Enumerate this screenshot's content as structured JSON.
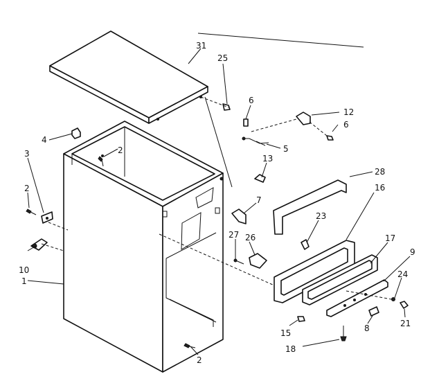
{
  "diagram": {
    "callouts": [
      {
        "id": "c31",
        "text": "31"
      },
      {
        "id": "c25",
        "text": "25"
      },
      {
        "id": "c6a",
        "text": "6"
      },
      {
        "id": "c12",
        "text": "12"
      },
      {
        "id": "c6b",
        "text": "6"
      },
      {
        "id": "c5",
        "text": "5"
      },
      {
        "id": "c13",
        "text": "13"
      },
      {
        "id": "c4",
        "text": "4"
      },
      {
        "id": "c3",
        "text": "3"
      },
      {
        "id": "c2a",
        "text": "2"
      },
      {
        "id": "c2b",
        "text": "2"
      },
      {
        "id": "c28",
        "text": "28"
      },
      {
        "id": "c16",
        "text": "16"
      },
      {
        "id": "c7",
        "text": "7"
      },
      {
        "id": "c23",
        "text": "23"
      },
      {
        "id": "c27",
        "text": "27"
      },
      {
        "id": "c26",
        "text": "26"
      },
      {
        "id": "c17",
        "text": "17"
      },
      {
        "id": "c9",
        "text": "9"
      },
      {
        "id": "c10",
        "text": "10"
      },
      {
        "id": "c1",
        "text": "1"
      },
      {
        "id": "c24",
        "text": "24"
      },
      {
        "id": "c15",
        "text": "15"
      },
      {
        "id": "c21",
        "text": "21"
      },
      {
        "id": "c8",
        "text": "8"
      },
      {
        "id": "c18",
        "text": "18"
      },
      {
        "id": "c2c",
        "text": "2"
      }
    ]
  }
}
